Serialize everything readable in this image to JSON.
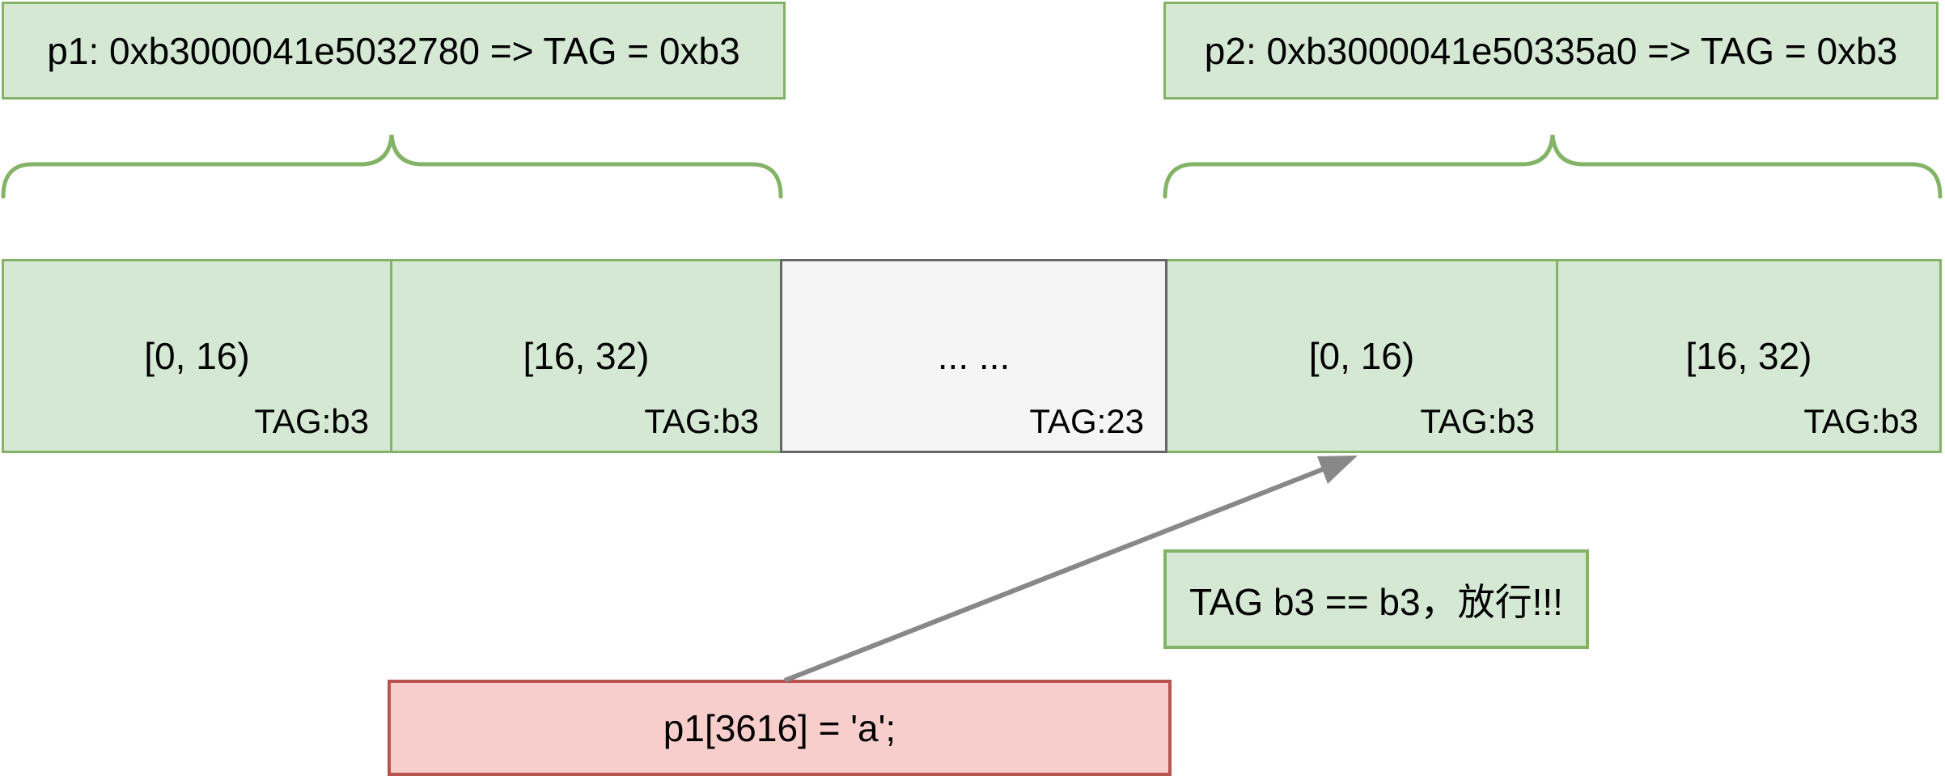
{
  "pointers": [
    {
      "label": "p1: 0xb3000041e5032780 => TAG = 0xb3"
    },
    {
      "label": "p2: 0xb3000041e50335a0 => TAG = 0xb3"
    }
  ],
  "cells": [
    {
      "range": "[0, 16)",
      "tag": "TAG:b3",
      "kind": "granule"
    },
    {
      "range": "[16, 32)",
      "tag": "TAG:b3",
      "kind": "granule"
    },
    {
      "range": "... ...",
      "tag": "TAG:23",
      "kind": "other"
    },
    {
      "range": "[0, 16)",
      "tag": "TAG:b3",
      "kind": "granule"
    },
    {
      "range": "[16, 32)",
      "tag": "TAG:b3",
      "kind": "granule"
    }
  ],
  "annotation": {
    "label": "TAG b3 == b3，放行!!!"
  },
  "code": {
    "label": "p1[3616] = 'a';"
  },
  "colors": {
    "green_fill": "#d5e8d4",
    "green_stroke": "#82b366",
    "gray_fill": "#f5f5f5",
    "gray_stroke": "#666666",
    "red_fill": "#f8cecc",
    "red_stroke": "#b85450",
    "arrow": "#888888",
    "text": "#000000",
    "background": "#ffffff"
  }
}
